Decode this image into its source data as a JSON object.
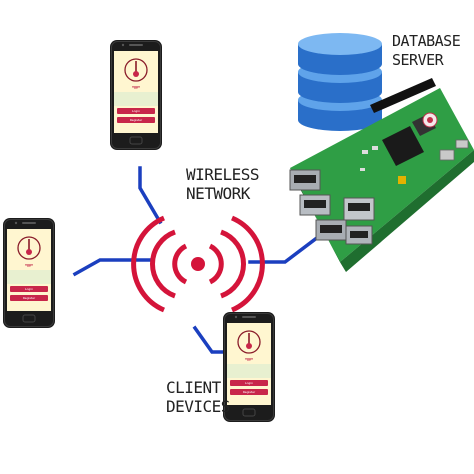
{
  "labels": {
    "database_server": [
      "DATABASE",
      "SERVER"
    ],
    "wireless_network": [
      "WIRELESS",
      "NETWORK"
    ],
    "client_devices": [
      "CLIENT",
      "DEVICES"
    ]
  },
  "phone_screen": {
    "app_name": "RE",
    "button_1": "Login",
    "button_2": "Register"
  },
  "icons": [
    "database-icon",
    "wireless-signal-icon",
    "raspberry-pi-board-icon",
    "smartphone-icon"
  ],
  "colors": {
    "link_line": "#1b3fbf",
    "signal": "#d4143a",
    "database": "#2a6fc9",
    "board": "#2f9e45",
    "phone_screen": "#fff6d0",
    "phone_button": "#c8264a"
  }
}
